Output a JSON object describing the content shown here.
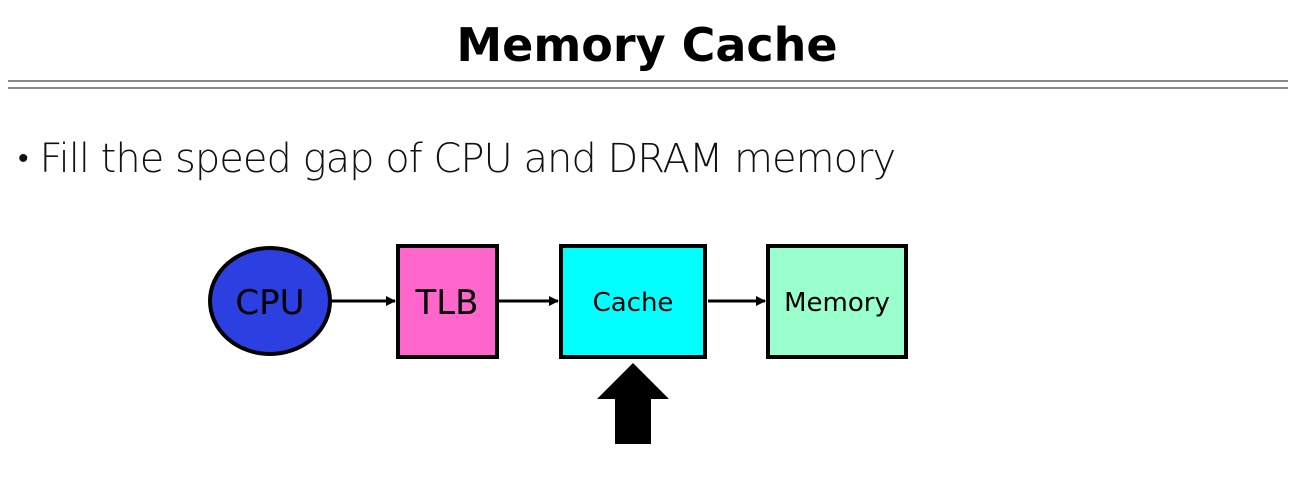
{
  "slide": {
    "title": "Memory Cache",
    "bullets": [
      {
        "text": "Fill the speed gap of CPU and DRAM memory"
      }
    ]
  },
  "diagram": {
    "nodes": [
      {
        "id": "cpu",
        "label": "CPU",
        "shape": "ellipse",
        "fill": "#2c3fe0"
      },
      {
        "id": "tlb",
        "label": "TLB",
        "shape": "rect",
        "fill": "#ff66cc"
      },
      {
        "id": "cache",
        "label": "Cache",
        "shape": "rect",
        "fill": "#00ffff"
      },
      {
        "id": "memory",
        "label": "Memory",
        "shape": "rect",
        "fill": "#99ffcc"
      }
    ],
    "edges": [
      {
        "from": "cpu",
        "to": "tlb"
      },
      {
        "from": "tlb",
        "to": "cache"
      },
      {
        "from": "cache",
        "to": "memory"
      }
    ],
    "highlight": {
      "target": "cache",
      "type": "up-arrow",
      "color": "#000000"
    }
  }
}
